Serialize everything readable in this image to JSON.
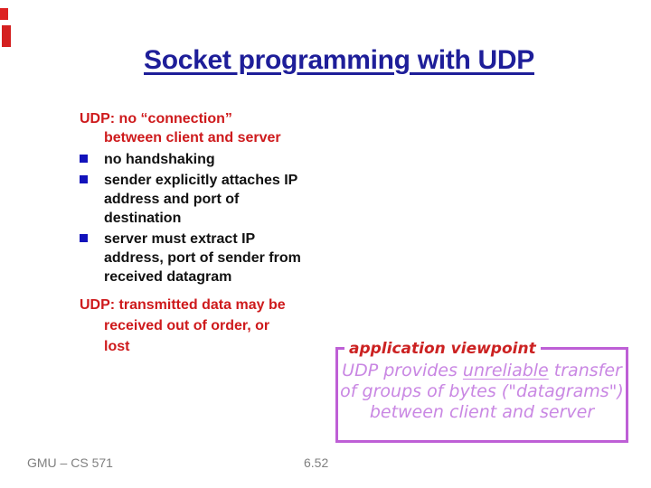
{
  "slide": {
    "title": "Socket programming with UDP",
    "left_column": {
      "heading1_line1": "UDP: no “connection”",
      "heading1_line2": "between client and server",
      "bullets": [
        "no handshaking",
        "sender explicitly attaches IP address and port of destination",
        "server must extract IP address, port of sender from received datagram"
      ],
      "heading2_lines": [
        "UDP: transmitted data may be",
        "received out of order, or",
        "lost"
      ]
    },
    "callout": {
      "label": "application viewpoint",
      "line1_pre": "UDP provides ",
      "line1_underline": "unreliable",
      "line1_post": " transfer",
      "line2": "of groups of bytes (\"datagrams\")",
      "line3": "between client and server"
    },
    "footer": {
      "course": "GMU – CS 571",
      "page_number": "6.52"
    },
    "colors": {
      "title_blue": "#1e1e99",
      "body_red": "#ce1a1c",
      "bullet_blue": "#1212bb",
      "body_black": "#111111",
      "callout_border_purple": "#be5fd6",
      "callout_text_purple": "#c987e3",
      "callout_label_red": "#cc2222",
      "footer_gray": "#808080",
      "corner_red": "#dd2222"
    }
  }
}
